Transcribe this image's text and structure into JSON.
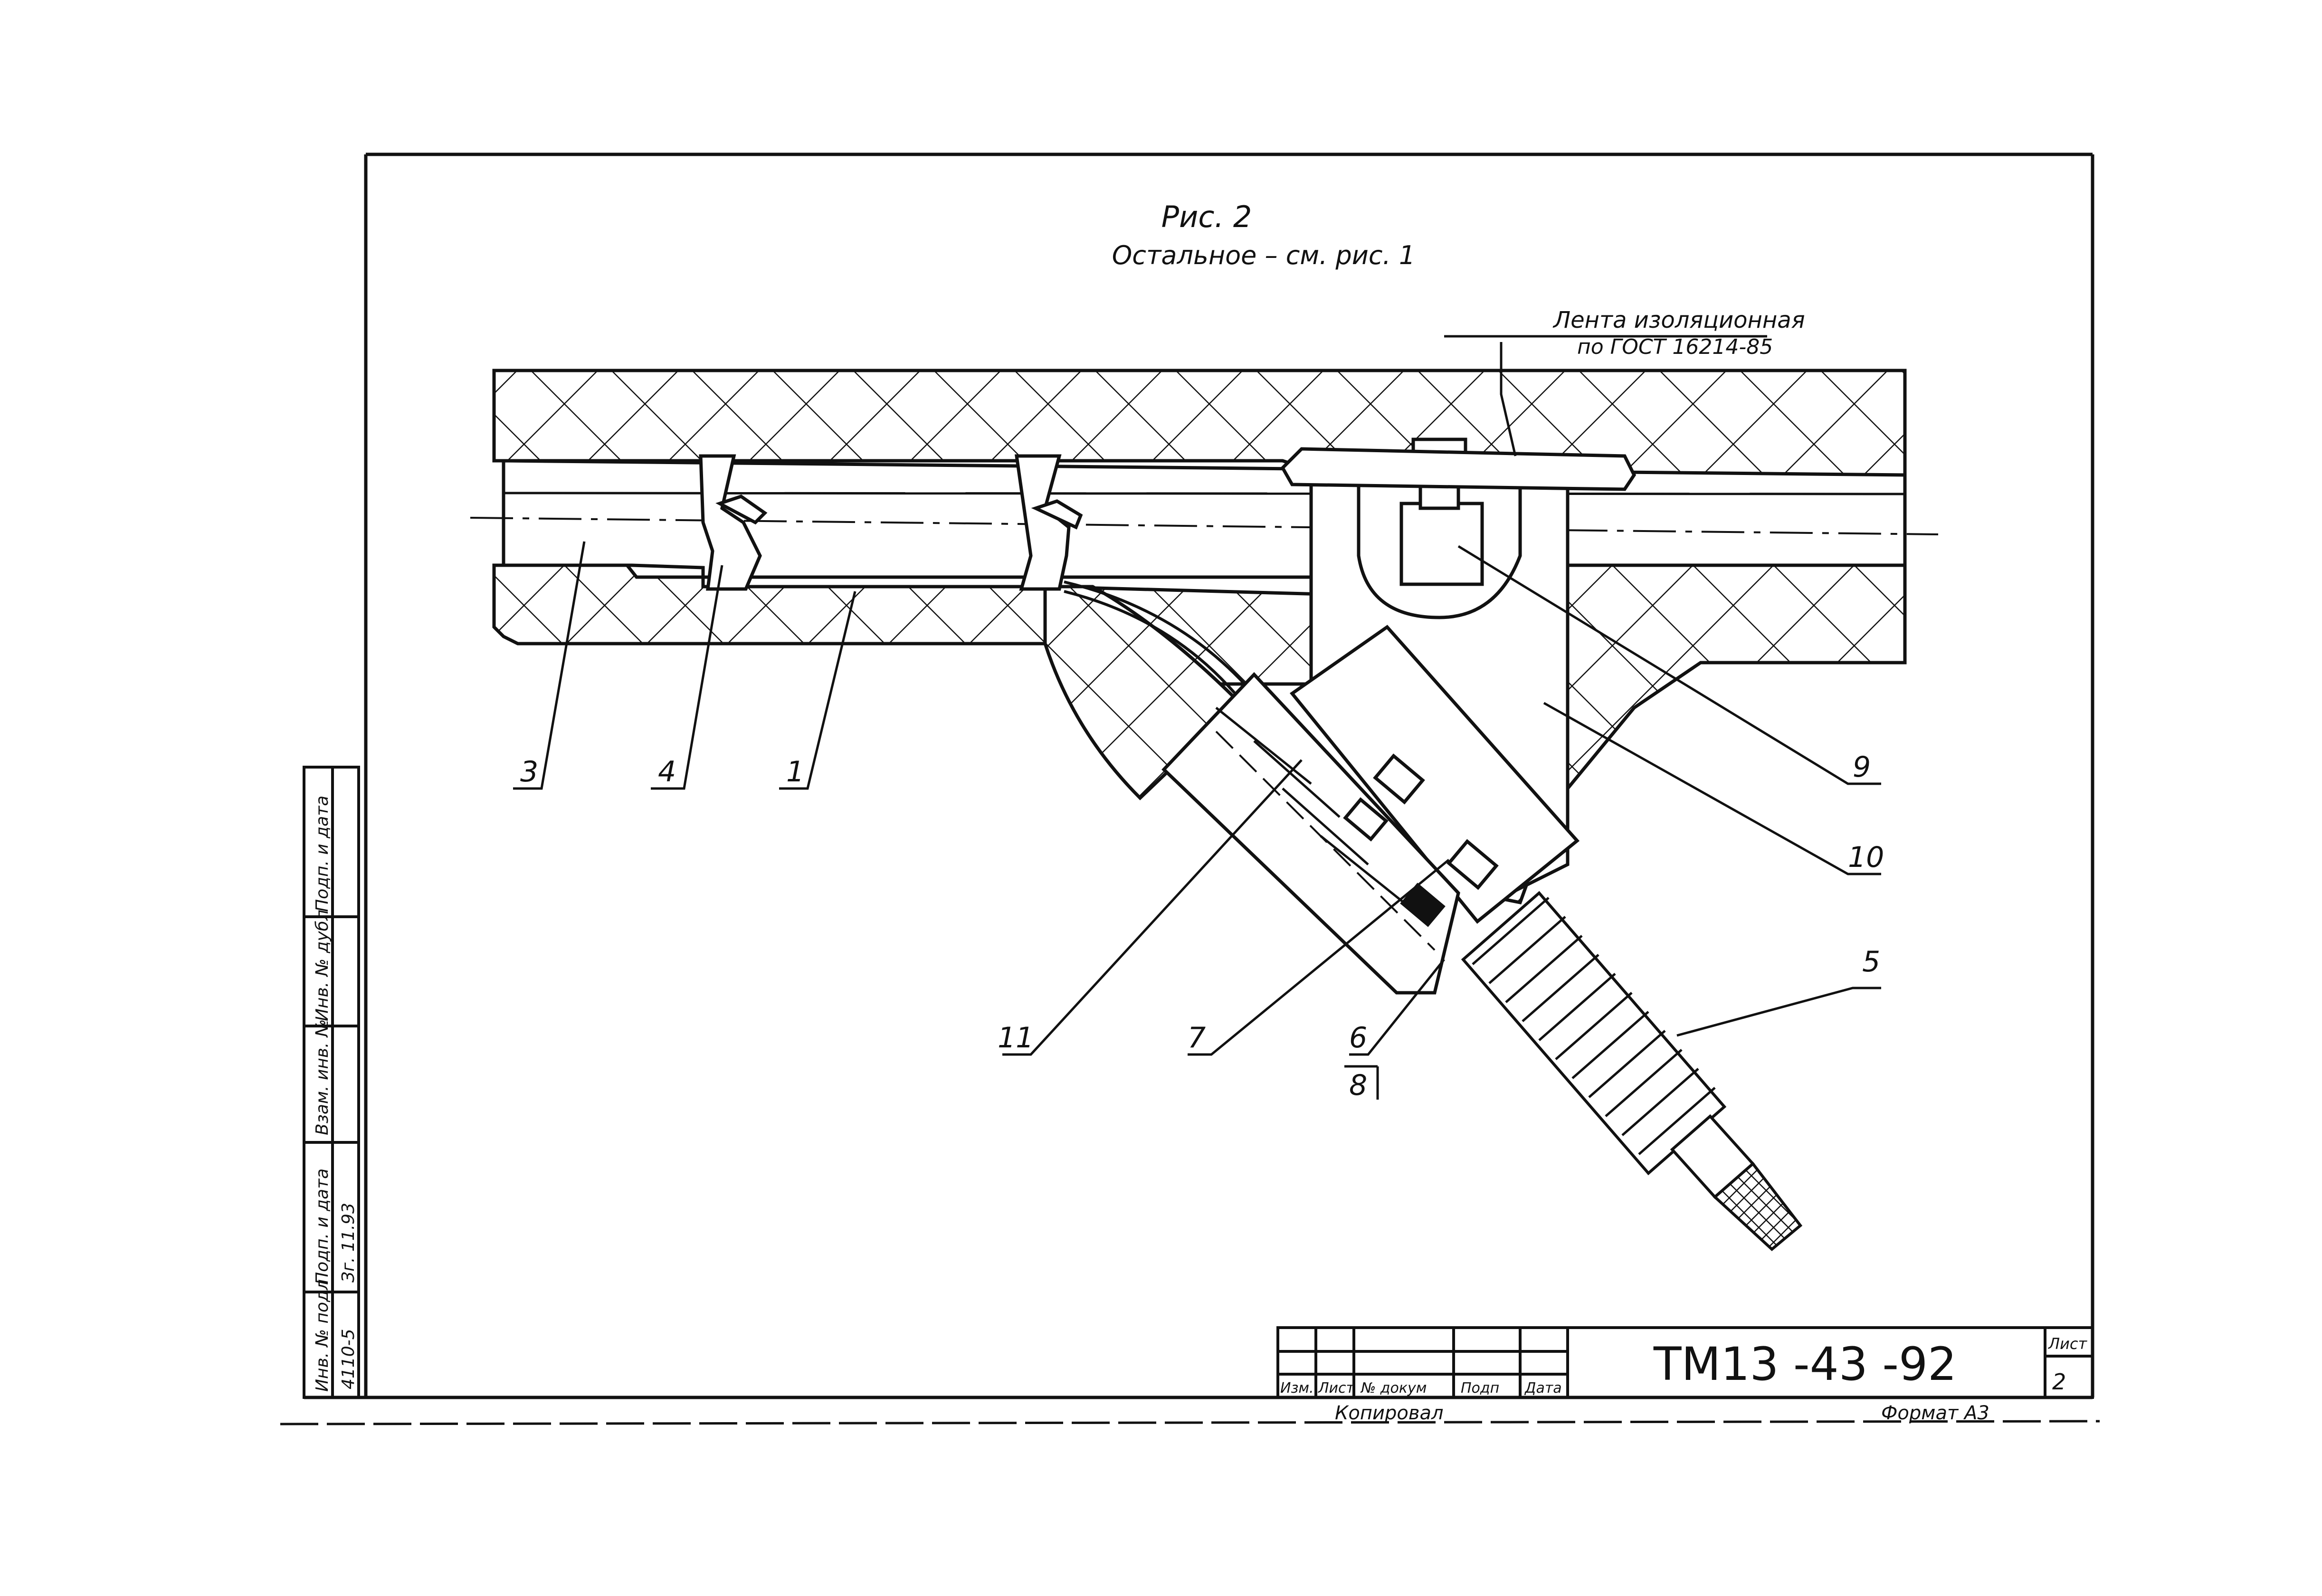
{
  "figure": {
    "caption": "Рис. 2",
    "subcaption": "Остальное – см. рис. 1"
  },
  "note": {
    "line1": "Лента изоляционная",
    "line2": "по ГОСТ 16214-85"
  },
  "callouts": [
    "3",
    "4",
    "1",
    "9",
    "10",
    "5",
    "11",
    "7",
    "6",
    "8"
  ],
  "title_block": {
    "document_code": "ТМ13 -43 -92",
    "sheet_label": "Лист",
    "sheet_number": "2",
    "columns": [
      "Изм.",
      "Лист",
      "№ докум",
      "Подп",
      "Дата"
    ],
    "copied_label": "Копировал",
    "format_label": "Формат А3"
  },
  "side_stamp": {
    "fields": [
      "Инв. № подл",
      "Подп. и дата",
      "Взам. инв. №",
      "Инв. № дубл",
      "Подп. и дата"
    ],
    "values": [
      "4110-5",
      "Зг. 11.93"
    ]
  },
  "colors": {
    "ink": "#111111",
    "paper": "#ffffff"
  }
}
